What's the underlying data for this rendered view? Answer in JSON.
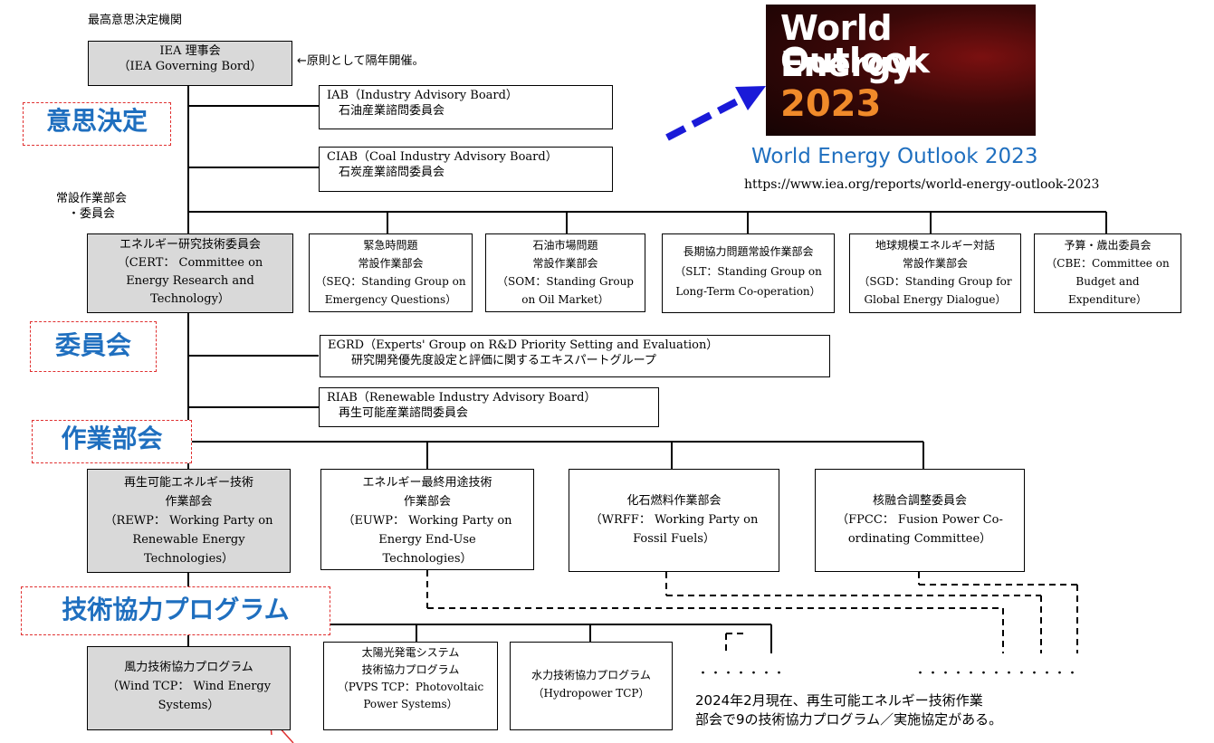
{
  "header": {
    "top_label": "最高意思決定機関",
    "note": "←原則として隔年開催。",
    "standing_label": "常設作業部会\n・委員会"
  },
  "tags": {
    "decision": "意思決定",
    "committee": "委員会",
    "working_party": "作業部会",
    "tcp": "技術協力プログラム"
  },
  "boxes": {
    "iea_board": "IEA 理事会\n（IEA Governing Bord）",
    "iab": "IAB（Industry Advisory Board）\n　石油産業諮問委員会",
    "ciab": "CIAB（Coal Industry Advisory Board）\n　石炭産業諮問委員会",
    "cert": "エネルギー研究技術委員会\n（CERT： Committee on\nEnergy Research and\nTechnology）",
    "seq": "緊急時問題\n常設作業部会\n（SEQ：Standing Group on\nEmergency Questions）",
    "som": "石油市場問題\n常設作業部会\n（SOM：Standing Group\non Oil Market）",
    "slt": "長期協力問題常設作業部会\n（SLT：Standing Group on\nLong-Term Co-operation）",
    "sgd": "地球規模エネルギー対話\n常設作業部会\n（SGD：Standing Group for\nGlobal Energy Dialogue）",
    "cbe": "予算・歳出委員会\n（CBE：Committee on\nBudget and\nExpenditure）",
    "egrd": "EGRD（Experts' Group on R&D Priority Setting and Evaluation）\n　　研究開発優先度設定と評価に関するエキスパートグループ",
    "riab": "RIAB（Renewable Industry Advisory Board）\n　再生可能産業諮問委員会",
    "rewp": "再生可能エネルギー技術\n作業部会\n（REWP： Working Party on\nRenewable Energy\nTechnologies）",
    "euwp": "エネルギー最終用途技術\n作業部会\n（EUWP： Working Party on\nEnergy End-Use\nTechnologies）",
    "wrff": "化石燃料作業部会\n（WRFF： Working Party on\nFossil Fuels）",
    "fpcc": "核融合調整委員会\n（FPCC： Fusion Power Co-\nordinating Committee）",
    "wind": "風力技術協力プログラム\n（Wind TCP： Wind Energy\nSystems）",
    "pvps": "太陽光発電システム\n技術協力プログラム\n（PVPS TCP：Photovoltaic\nPower Systems）",
    "hydro": "水力技術協力プログラム\n（Hydropower TCP）"
  },
  "dots": {
    "left": "・・・・・・・",
    "right": "・・・・・・・・・・・・・"
  },
  "note_bottom": "2024年2月現在、再生可能エネルギー技術作業\n部会で9の技術協力プログラム／実施協定がある。",
  "cover": {
    "line1": "World Energy",
    "line2": "Outlook",
    "year": "2023"
  },
  "report": {
    "title": "World Energy Outlook 2023",
    "url": "https://www.iea.org/reports/world-energy-outlook-2023"
  },
  "colors": {
    "tag_text": "#1f6fbf",
    "tag_border": "#e03030",
    "box_gray": "#d9d9d9",
    "arrow_blue": "#1a1ad8",
    "cover_year": "#f08a2a"
  }
}
